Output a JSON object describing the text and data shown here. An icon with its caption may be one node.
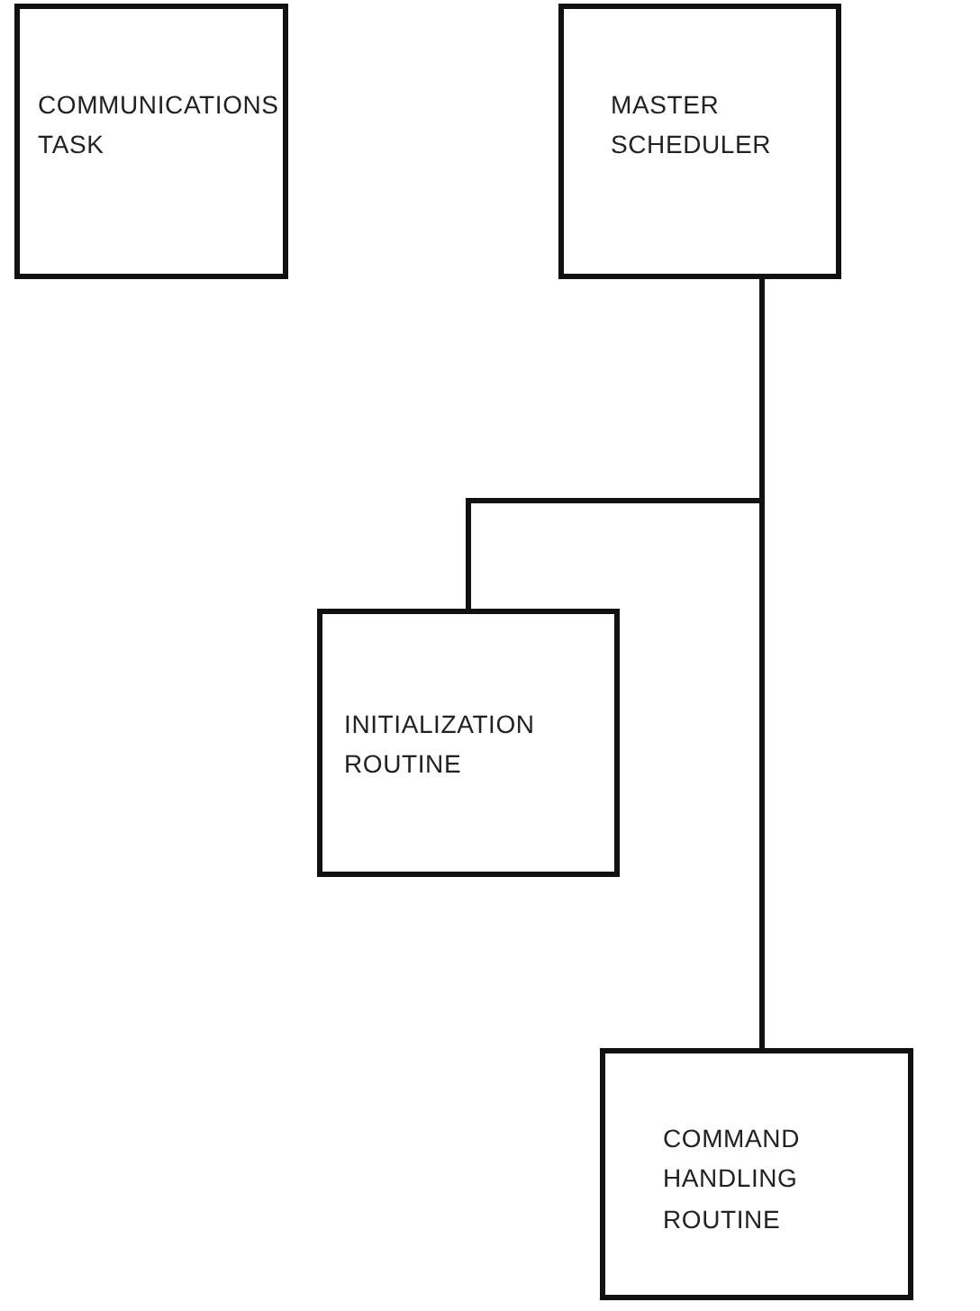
{
  "diagram": {
    "nodes": [
      {
        "text": [
          "COMMUNICATIONS TASK"
        ]
      },
      {
        "text": [
          "MASTER SCHEDULER"
        ]
      },
      {
        "text": [
          "INITIALIZATION ROUTINE"
        ]
      },
      {
        "text": [
          "COMMAND HANDLING ROUTINE"
        ]
      }
    ],
    "edges": [
      {
        "from": 1,
        "to": 2,
        "arrow": "none"
      },
      {
        "from": 1,
        "to": 3,
        "arrow": "none"
      }
    ]
  }
}
